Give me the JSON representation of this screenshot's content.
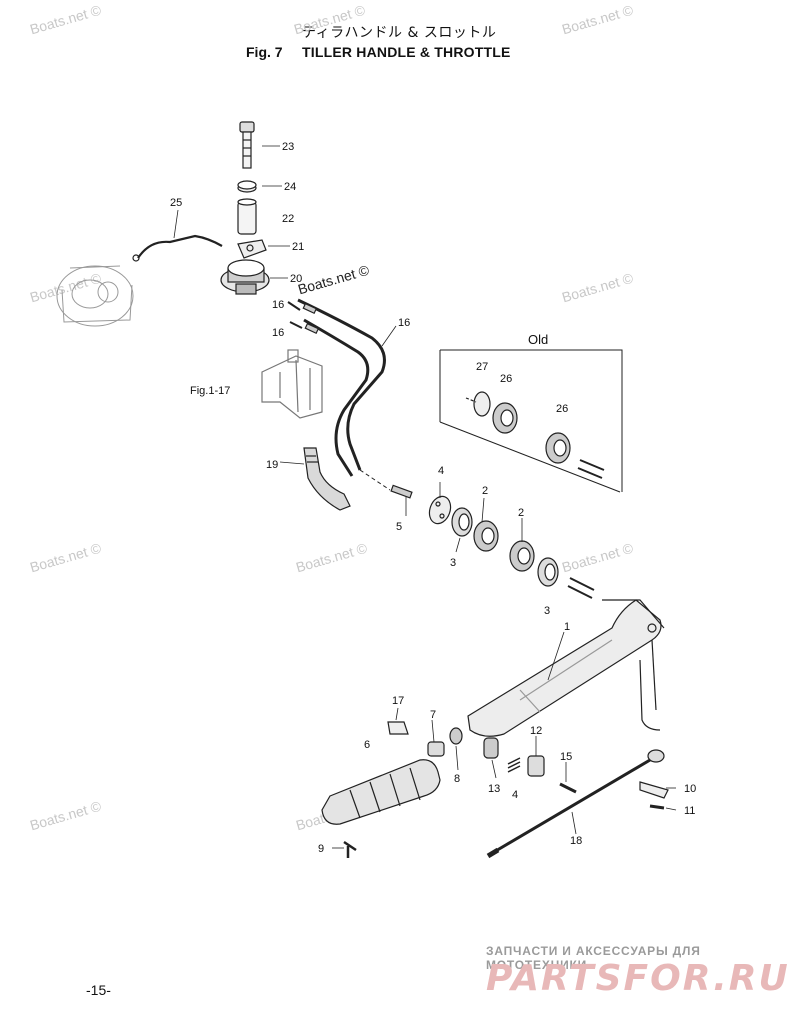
{
  "title_jp": "ティラハンドル & スロットル",
  "figure_number": "Fig. 7",
  "title_en": "TILLER HANDLE & THROTTLE",
  "old_box_label": "Old",
  "reference_note": "Fig.1-17",
  "page_number": "-15-",
  "watermark_text": "Boats.net ©",
  "brand_tagline": "ЗАПЧАСТИ И АКСЕССУАРЫ ДЛЯ МОТОТЕХНИКИ",
  "brand_logo": "PARTSFOR.RU",
  "callouts": {
    "p1": "1",
    "p2a": "2",
    "p2b": "2",
    "p3a": "3",
    "p3b": "3",
    "p4a": "4",
    "p4b": "4",
    "p5": "5",
    "p6": "6",
    "p7": "7",
    "p8": "8",
    "p9": "9",
    "p10": "10",
    "p11": "11",
    "p12": "12",
    "p13": "13",
    "p15": "15",
    "p16a": "16",
    "p16b": "16",
    "p17": "17",
    "p18": "18",
    "p19": "19",
    "p20": "20",
    "p21": "21",
    "p22": "22",
    "p23": "23",
    "p24": "24",
    "p25": "25",
    "p26a": "26",
    "p26b": "26",
    "p27": "27"
  },
  "colors": {
    "line": "#222222",
    "watermark": "#c8c8c8",
    "brand_red": "#e8b8b8"
  }
}
